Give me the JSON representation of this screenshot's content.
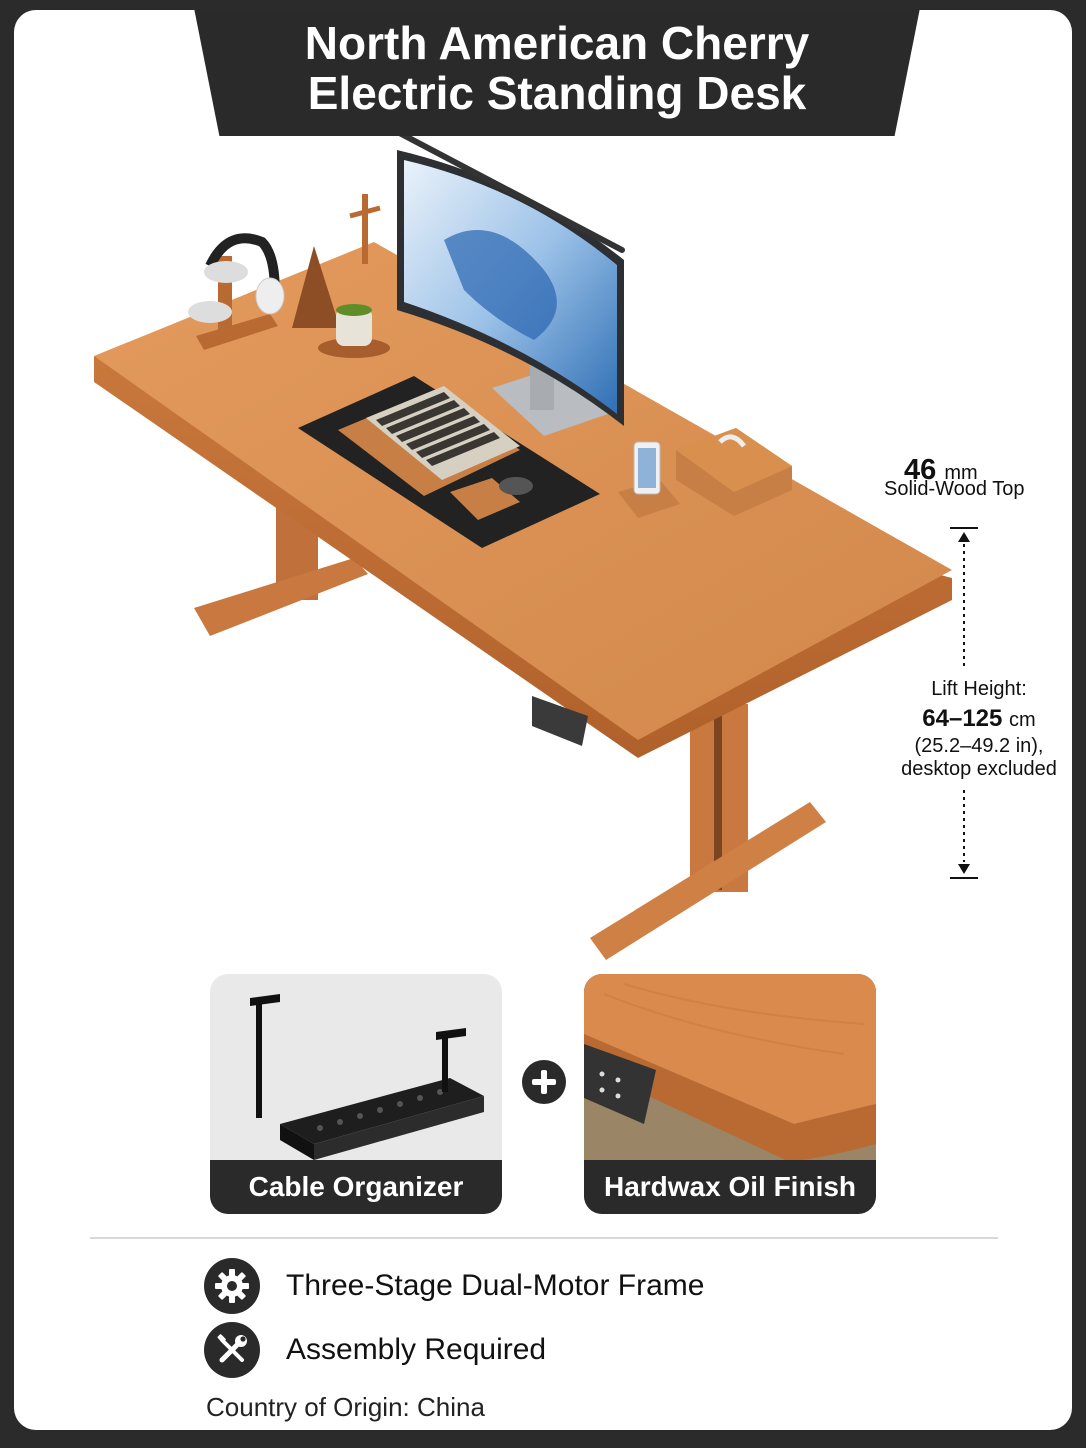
{
  "title": {
    "line1": "North American Cherry",
    "line2": "Electric Standing Desk"
  },
  "dimensions": {
    "top_thickness_value": "46",
    "top_thickness_unit": "mm",
    "top_label": "Solid-Wood Top",
    "lift_label": "Lift Height:",
    "lift_value": "64–125",
    "lift_unit": "cm",
    "lift_inches": "(25.2–49.2 in),",
    "lift_note": "desktop excluded"
  },
  "features": [
    {
      "label": "Cable Organizer",
      "icon": "cable-tray-icon"
    },
    {
      "label": "Hardwax Oil Finish",
      "icon": "wood-corner-icon"
    }
  ],
  "specs": [
    {
      "text": "Three-Stage Dual-Motor Frame",
      "icon": "gear-icon"
    },
    {
      "text": "Assembly Required",
      "icon": "tools-icon"
    }
  ],
  "origin": "Country of Origin: China",
  "colors": {
    "dark": "#2a2a2a",
    "wood": "#d98a4c",
    "wood_dark": "#b86a32"
  }
}
